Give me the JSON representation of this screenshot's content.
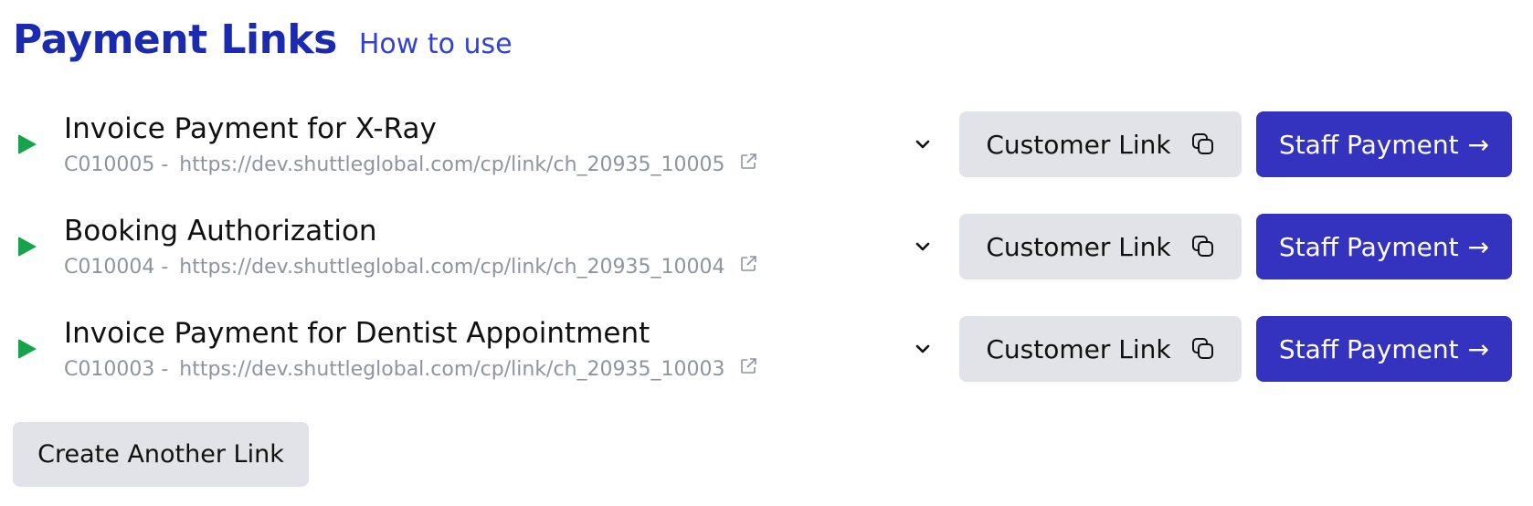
{
  "header": {
    "title": "Payment Links",
    "how_to_link": "How to use"
  },
  "colors": {
    "title": "#1b2bb0",
    "link": "#3341d1",
    "active_status": "#16a34a",
    "primary_button": "#3333bf",
    "secondary_button": "#e2e3e8",
    "muted_text": "#8e94a0"
  },
  "links": [
    {
      "status_icon": "play-icon",
      "title": "Invoice Payment for X-Ray",
      "code": "C010005 -",
      "url": "https://dev.shuttleglobal.com/cp/link/ch_20935_10005",
      "customer_button": "Customer Link",
      "staff_button": "Staff Payment",
      "staff_arrow": "→"
    },
    {
      "status_icon": "play-icon",
      "title": "Booking Authorization",
      "code": "C010004 -",
      "url": "https://dev.shuttleglobal.com/cp/link/ch_20935_10004",
      "customer_button": "Customer Link",
      "staff_button": "Staff Payment",
      "staff_arrow": "→"
    },
    {
      "status_icon": "play-icon",
      "title": "Invoice Payment for Dentist Appointment",
      "code": "C010003 -",
      "url": "https://dev.shuttleglobal.com/cp/link/ch_20935_10003",
      "customer_button": "Customer Link",
      "staff_button": "Staff Payment",
      "staff_arrow": "→"
    }
  ],
  "footer": {
    "create_button": "Create Another Link"
  }
}
